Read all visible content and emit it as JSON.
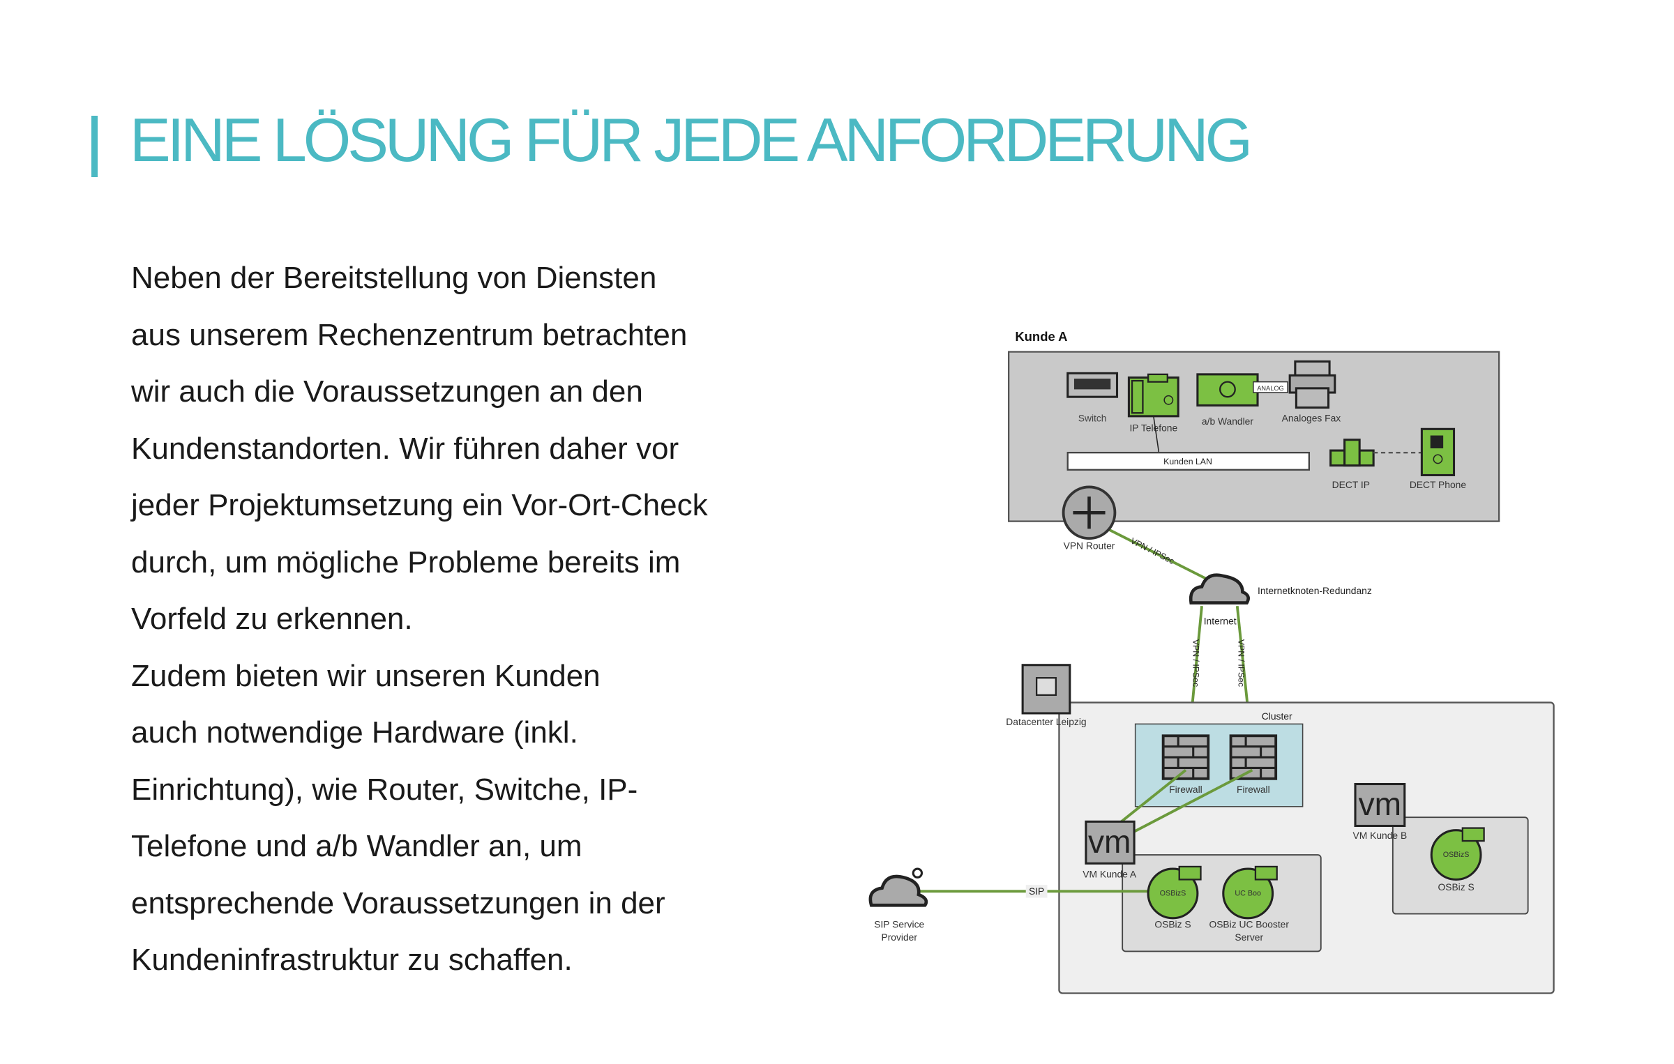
{
  "title": "EINE LÖSUNG FÜR JEDE ANFORDERUNG",
  "paragraph_lines": [
    "Neben der Bereitstellung von Diensten",
    "aus unserem Rechenzentrum betrachten",
    "wir auch die Voraussetzungen an den",
    "Kundenstandorten. Wir führen daher vor",
    "jeder Projektumsetzung ein Vor-Ort-Check",
    "durch, um mögliche Probleme bereits im",
    "Vorfeld zu erkennen.",
    "Zudem bieten wir unseren Kunden",
    "auch notwendige Hardware (inkl.",
    "Einrichtung), wie Router, Switche, IP-",
    "Telefone und a/b Wandler an, um",
    "entsprechende Voraussetzungen in der",
    "Kundeninfrastruktur zu schaffen."
  ],
  "colors": {
    "accent": "#4bb9c3",
    "green": "#7cc043",
    "link": "#6b9a3c"
  },
  "diagram": {
    "kunde_a": "Kunde A",
    "switch": "Switch",
    "ip_phone": "IP Telefone",
    "ab_wandler": "a/b Wandler",
    "analog_tag": "ANALOG",
    "fax": "Analoges Fax",
    "lan": "Kunden LAN",
    "dect_ip": "DECT IP",
    "dect_phone": "DECT Phone",
    "vpn_router": "VPN Router",
    "vpn_label": "VPN / IPSec",
    "redundancy": "Internetknoten-Redundanz",
    "internet": "Internet",
    "datacenter": "Datacenter Leipzig",
    "cluster": "Cluster",
    "firewall": "Firewall",
    "vm_glyph": "vm",
    "vm_a": "VM Kunde A",
    "vm_b": "VM Kunde B",
    "osbiz_circle": "OSBizS",
    "ucboo_circle": "UC Boo",
    "osbiz_s": "OSBiz S",
    "uc_booster_1": "OSBiz UC Booster",
    "uc_booster_2": "Server",
    "sip": "SIP",
    "sip_provider_1": "SIP Service",
    "sip_provider_2": "Provider"
  }
}
